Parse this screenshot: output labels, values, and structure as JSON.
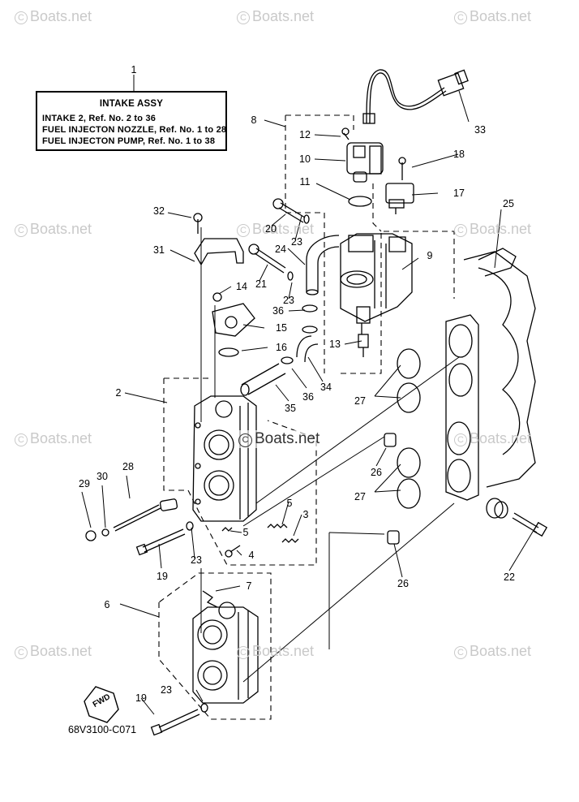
{
  "watermarks": {
    "text": "Boats.net",
    "symbol": "C"
  },
  "title_box": {
    "title": "INTAKE ASSY",
    "lines": [
      "INTAKE 2,  Ref. No. 2 to 36",
      "FUEL INJECTON NOZZLE, Ref. No. 1 to 28",
      "FUEL INJECTON PUMP, Ref. No. 1 to 38"
    ]
  },
  "callouts": [
    {
      "id": "c1",
      "label": "1"
    },
    {
      "id": "c2",
      "label": "2"
    },
    {
      "id": "c3",
      "label": "3"
    },
    {
      "id": "c4",
      "label": "4"
    },
    {
      "id": "c5a",
      "label": "5"
    },
    {
      "id": "c5b",
      "label": "5"
    },
    {
      "id": "c6",
      "label": "6"
    },
    {
      "id": "c7",
      "label": "7"
    },
    {
      "id": "c8",
      "label": "8"
    },
    {
      "id": "c9",
      "label": "9"
    },
    {
      "id": "c10",
      "label": "10"
    },
    {
      "id": "c11",
      "label": "11"
    },
    {
      "id": "c12",
      "label": "12"
    },
    {
      "id": "c13",
      "label": "13"
    },
    {
      "id": "c14",
      "label": "14"
    },
    {
      "id": "c15",
      "label": "15"
    },
    {
      "id": "c16",
      "label": "16"
    },
    {
      "id": "c17",
      "label": "17"
    },
    {
      "id": "c18",
      "label": "18"
    },
    {
      "id": "c19a",
      "label": "19"
    },
    {
      "id": "c19b",
      "label": "19"
    },
    {
      "id": "c20",
      "label": "20"
    },
    {
      "id": "c21",
      "label": "21"
    },
    {
      "id": "c22",
      "label": "22"
    },
    {
      "id": "c23a",
      "label": "23"
    },
    {
      "id": "c23b",
      "label": "23"
    },
    {
      "id": "c23c",
      "label": "23"
    },
    {
      "id": "c23d",
      "label": "23"
    },
    {
      "id": "c24",
      "label": "24"
    },
    {
      "id": "c25",
      "label": "25"
    },
    {
      "id": "c26a",
      "label": "26"
    },
    {
      "id": "c26b",
      "label": "26"
    },
    {
      "id": "c27a",
      "label": "27"
    },
    {
      "id": "c27b",
      "label": "27"
    },
    {
      "id": "c28",
      "label": "28"
    },
    {
      "id": "c29",
      "label": "29"
    },
    {
      "id": "c30",
      "label": "30"
    },
    {
      "id": "c31",
      "label": "31"
    },
    {
      "id": "c32",
      "label": "32"
    },
    {
      "id": "c33",
      "label": "33"
    },
    {
      "id": "c34",
      "label": "34"
    },
    {
      "id": "c35",
      "label": "35"
    },
    {
      "id": "c36a",
      "label": "36"
    },
    {
      "id": "c36b",
      "label": "36"
    }
  ],
  "fwd_label": "FWD",
  "drawing_code": "68V3100-C071"
}
